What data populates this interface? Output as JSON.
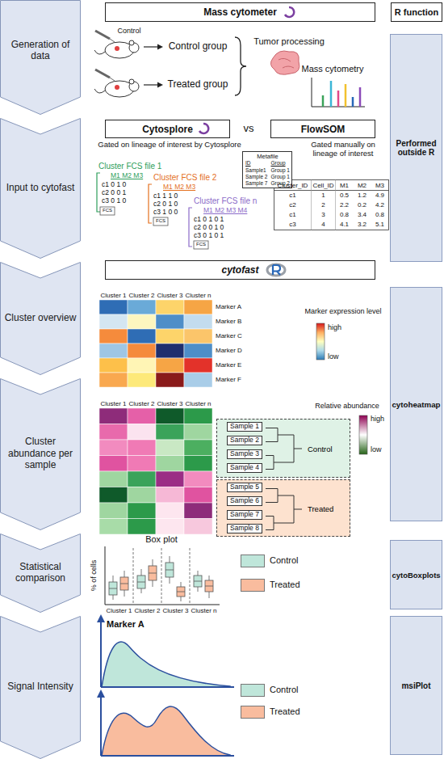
{
  "diagram": {
    "nodes": [
      {
        "text": [
          "Mass cytometer"
        ]
      },
      {
        "text": [
          "R function"
        ]
      },
      {
        "text": [
          "Generation of data"
        ]
      },
      {
        "text": [
          "Performed outside R"
        ]
      },
      {
        "text": [
          "Cytosplore"
        ]
      },
      {
        "text": [
          "FlowSOM"
        ]
      },
      {
        "text": [
          "Metafile",
          "ID",
          "Group",
          "Sample1",
          "Group 1",
          "Sample 2",
          "Group 1",
          "Sample 7",
          "Group 2"
        ]
      },
      {
        "text": [
          "Input to cytofast"
        ]
      },
      {
        "text": [
          "cytofast"
        ]
      },
      {
        "text": [
          "Cluster overview"
        ]
      },
      {
        "text": [
          "cytoheatmap"
        ]
      },
      {
        "text": [
          "Cluster abundance per sample"
        ]
      },
      {
        "text": [
          "Control"
        ]
      },
      {
        "text": [
          "Treated"
        ]
      },
      {
        "text": [
          "Statistical comparison"
        ]
      },
      {
        "text": [
          "cytoBoxplots"
        ]
      },
      {
        "text": [
          "Signal Intensity"
        ]
      },
      {
        "text": [
          "msiPlot"
        ]
      }
    ],
    "labels": [
      "Control",
      "Control group",
      "Treated group",
      "Tumor processing",
      "Mass cytometry",
      "vs",
      "Gated on lineage of interest by Cytosplore",
      "Gated manually on lineage of interest",
      "Cluster FCS file 1",
      "M1 M2 M3",
      "c1 0 1 0",
      "c2 0 0 1",
      "c3 0 1 0",
      "FCS",
      "Cluster FCS file 2",
      "M1 M2 M3",
      "c1 1 1 0",
      "c2 0 1 0",
      "c3 1 0 0",
      "FCS",
      "Cluster FCS file n",
      "M1 M2 M3 M4",
      "c1 0 1 0 1",
      "c2 0 0 1 0",
      "c3 0 1 0 1",
      "FCS",
      "Cluster_ID",
      "Cell_ID",
      "M1",
      "M2",
      "M3",
      "c1",
      "1",
      "0.5",
      "1.2",
      "4.9",
      "c2",
      "2",
      "2.2",
      "0.2",
      "4.2",
      "c1",
      "3",
      "0.8",
      "3.4",
      "0.8",
      "c3",
      "4",
      "4.1",
      "3.2",
      "5.1",
      "Cluster 1",
      "Cluster 2",
      "Cluster 3",
      "Cluster n",
      "Marker A",
      "Marker B",
      "Marker C",
      "Marker D",
      "Marker E",
      "Marker F",
      "Marker expression level",
      "high",
      "low",
      "Cluster 1",
      "Cluster 2",
      "Cluster 3",
      "Cluster n",
      "Sample 1",
      "Sample 2",
      "Sample 3",
      "Sample 4",
      "Sample 5",
      "Sample 6",
      "Sample 7",
      "Sample 8",
      "Relative abundance",
      "high",
      "low",
      "Box plot",
      "% of cells",
      "Cluster 1",
      "Cluster 2",
      "Cluster 3",
      "Cluster n",
      "Marker A"
    ],
    "legend": [
      {
        "text": "Control",
        "color": "#bfe6da"
      },
      {
        "text": "Treated",
        "color": "#f9bc9e"
      },
      {
        "text": "Control",
        "color": "#bfe6da"
      },
      {
        "text": "Treated",
        "color": "#f9bc9e"
      }
    ]
  }
}
